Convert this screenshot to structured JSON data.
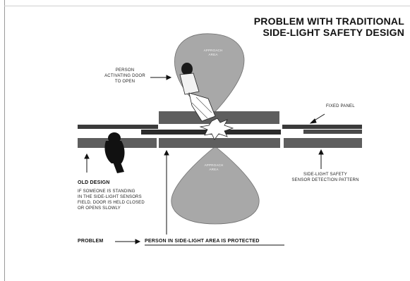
{
  "title": {
    "line1": "PROBLEM WITH TRADITIONAL",
    "line2": "SIDE-LIGHT SAFETY DESIGN"
  },
  "labels": {
    "approach_area_top": "APPROACH\nAREA",
    "approach_area_bottom": "APPROACH\nAREA",
    "person_activating": "PERSON\nACTIVATING DOOR\nTO OPEN",
    "fixed_panel": "FIXED PANEL",
    "sensor_pattern": "SIDE-LIGHT SAFETY\nSENSOR DETECTION PATTERN",
    "old_design": "OLD DESIGN",
    "old_design_desc": "IF SOMEONE IS STANDING\nIN THE SIDE-LIGHT SENSORS\nFIELD, DOOR IS HELD CLOSED\nOR OPENS SLOWLY",
    "problem": "PROBLEM",
    "problem_text": "PERSON IN SIDE-LIGHT AREA IS PROTECTED"
  },
  "colors": {
    "area_fill": "#a8a8a8",
    "bar_dark": "#3a3a3a",
    "bar_mid": "#5e5e5e",
    "text": "#111111"
  }
}
